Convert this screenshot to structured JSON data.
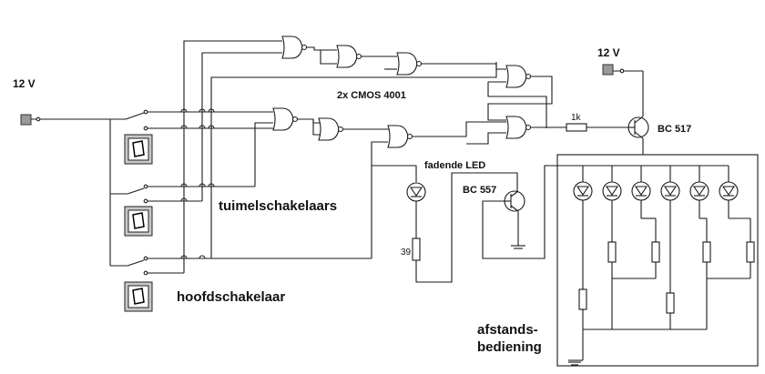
{
  "labels": {
    "supply_left": "12 V",
    "supply_right": "12 V",
    "ic": "2x CMOS 4001",
    "fading_led": "fadende LED",
    "pnp": "BC 557",
    "npn": "BC 517",
    "resistor_1k": "1k",
    "resistor_39": "39",
    "toggle_switches": "tuimelschakelaars",
    "main_switch": "hoofdschakelaar",
    "remote_line1": "afstands-",
    "remote_line2": "bediening"
  }
}
